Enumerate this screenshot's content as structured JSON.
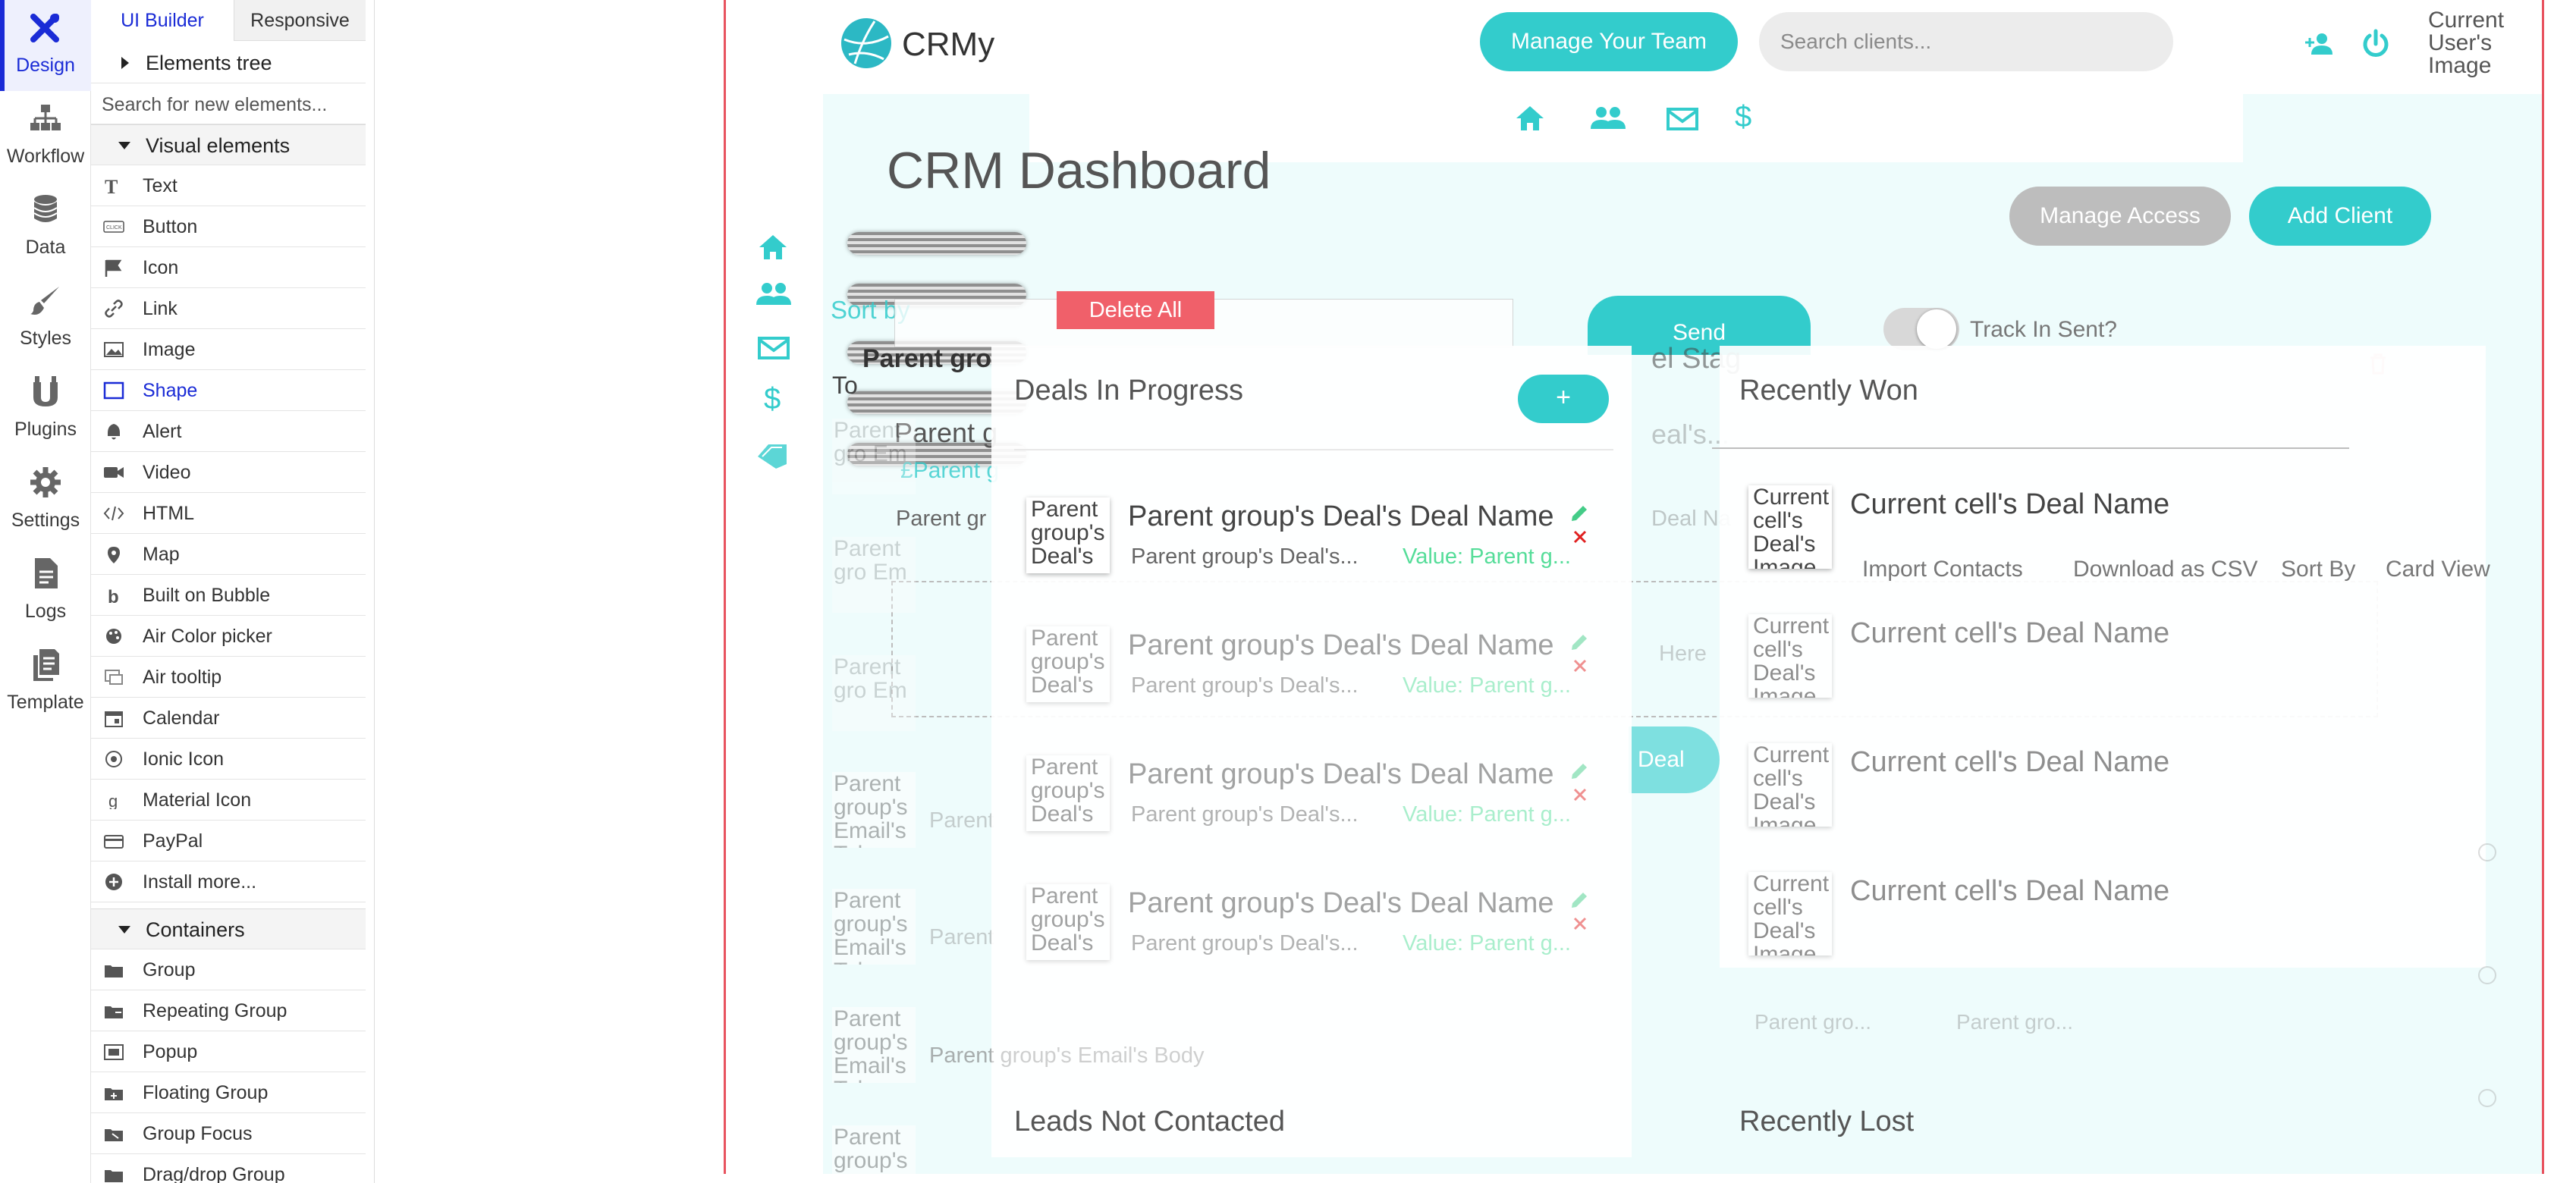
{
  "rail": {
    "items": [
      {
        "label": "Design",
        "icon": "design-icon"
      },
      {
        "label": "Workflow",
        "icon": "workflow-icon"
      },
      {
        "label": "Data",
        "icon": "database-icon"
      },
      {
        "label": "Styles",
        "icon": "brush-icon"
      },
      {
        "label": "Plugins",
        "icon": "plug-icon"
      },
      {
        "label": "Settings",
        "icon": "gear-icon"
      },
      {
        "label": "Logs",
        "icon": "document-icon"
      },
      {
        "label": "Template",
        "icon": "template-icon"
      }
    ],
    "accent": "#1a2bd6"
  },
  "palette": {
    "tabs": [
      "UI Builder",
      "Responsive"
    ],
    "elements_tree": "Elements tree",
    "search_placeholder": "Search for new elements...",
    "visual_section": "Visual elements",
    "visual_items": [
      "Text",
      "Button",
      "Icon",
      "Link",
      "Image",
      "Shape",
      "Alert",
      "Video",
      "HTML",
      "Map",
      "Built on Bubble",
      "Air Color picker",
      "Air tooltip",
      "Calendar",
      "Ionic Icon",
      "Material Icon",
      "PayPal",
      "Install more..."
    ],
    "containers_section": "Containers",
    "container_items": [
      "Group",
      "Repeating Group",
      "Popup",
      "Floating Group",
      "Group Focus",
      "Drag/drop Group"
    ]
  },
  "app": {
    "brand": "CRMy",
    "manage_team": "Manage Your Team",
    "search_placeholder": "Search clients...",
    "user_image": "Current User's Image",
    "dashboard_title": "CRM Dashboard",
    "manage_access": "Manage Access",
    "add_client": "Add Client",
    "sort_by": "Sort by",
    "delete_all": "Delete All",
    "send": "Send",
    "track_in_sent": "Track In Sent?",
    "parent_group": "Parent gro",
    "el_stage": "el Stag",
    "to_label": "To",
    "parent_g": "Parent g",
    "deals_ghost": "eal's...",
    "fparent": "£Parent g",
    "parent_gr": "Parent gr",
    "deal_na": "Deal Na",
    "here": "Here",
    "deal_btn": "Deal",
    "deals_in_progress": "Deals In Progress",
    "plus": "+",
    "recently_won": "Recently Won",
    "import_contacts": "Import Contacts",
    "download_csv": "Download as CSV",
    "sort_by_2": "Sort By",
    "card_view": "Card View",
    "leads_not_contacted": "Leads Not Contacted",
    "recently_lost": "Recently Lost",
    "email_body": "Parent group's Email's Body",
    "parent_ghost": "Parent gro...",
    "parent_ghost2": "Parent gro...",
    "side_thumb_text": "Parent group's Email's Tal",
    "side_parent_short": "Parent",
    "side_label_e": "Parent gro Em",
    "deals": [
      {
        "thumb": "Parent group's Deal's",
        "title": "Parent group's Deal's Deal Name",
        "sub": "Parent group's Deal's...",
        "value": "Value: Parent g..."
      },
      {
        "thumb": "Parent group's Deal's",
        "title": "Parent group's Deal's Deal Name",
        "sub": "Parent group's Deal's...",
        "value": "Value: Parent g..."
      },
      {
        "thumb": "Parent group's Deal's",
        "title": "Parent group's Deal's Deal Name",
        "sub": "Parent group's Deal's...",
        "value": "Value: Parent g..."
      },
      {
        "thumb": "Parent group's Deal's",
        "title": "Parent group's Deal's Deal Name",
        "sub": "Parent group's Deal's...",
        "value": "Value: Parent g..."
      }
    ],
    "won": [
      {
        "thumb": "Current cell's Deal's Image",
        "title": "Current cell's Deal Name"
      },
      {
        "thumb": "Current cell's Deal's Image",
        "title": "Current cell's Deal Name"
      },
      {
        "thumb": "Current cell's Deal's Image",
        "title": "Current cell's Deal Name"
      },
      {
        "thumb": "Current cell's Deal's Image",
        "title": "Current cell's Deal Name"
      }
    ],
    "colors": {
      "teal": "#33cccc",
      "red": "#f0606a",
      "green": "#55dd99",
      "frame": "#e8535f"
    }
  }
}
